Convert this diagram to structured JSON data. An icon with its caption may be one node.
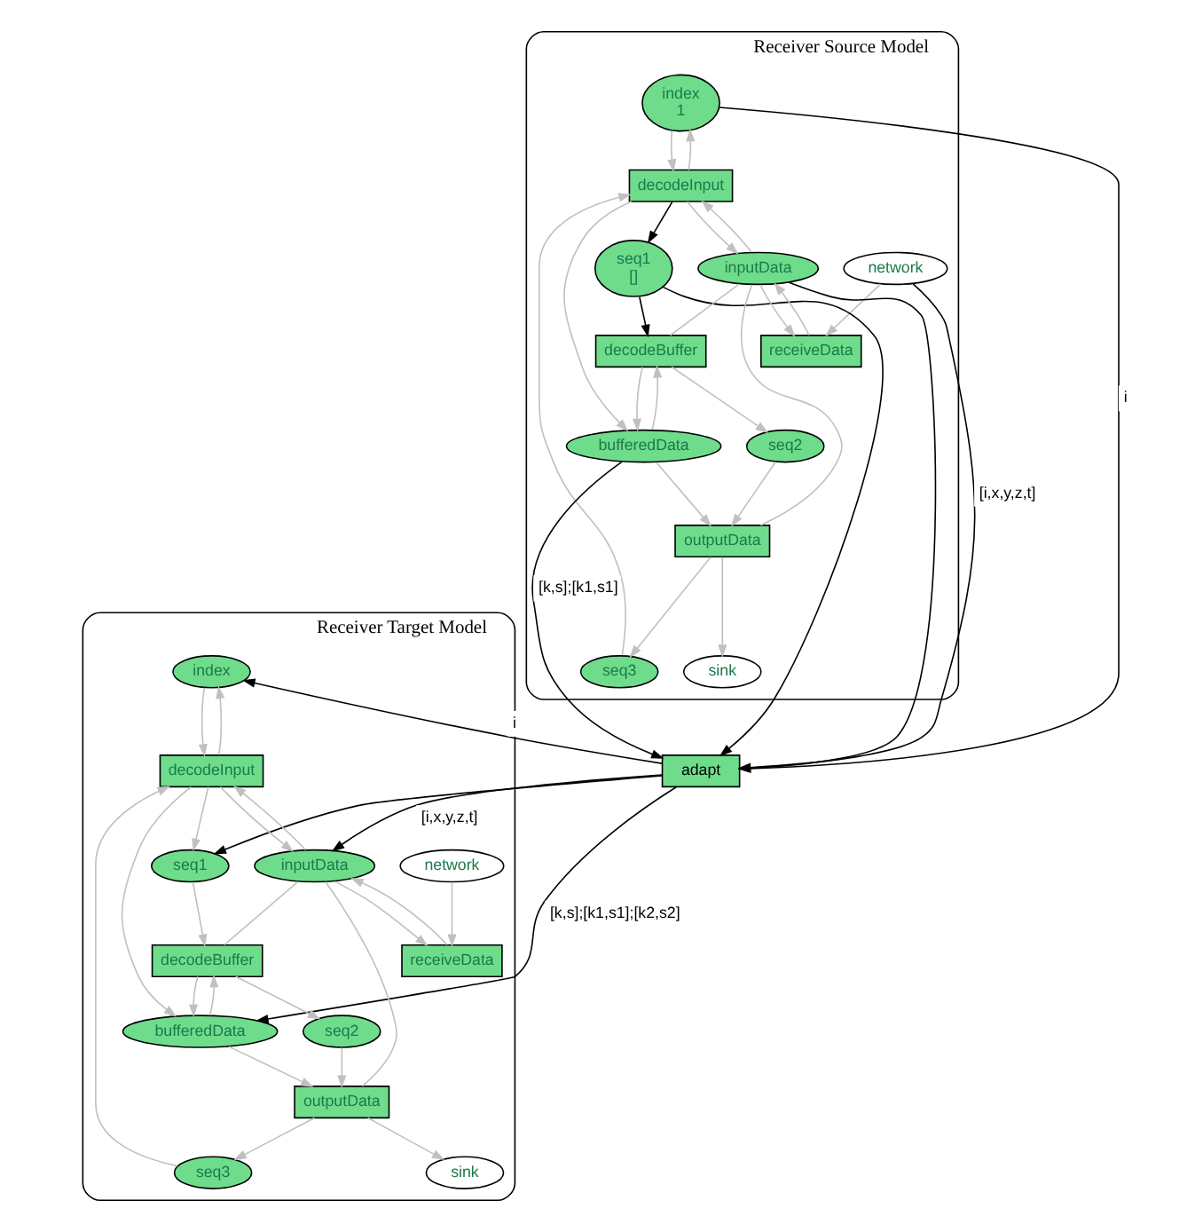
{
  "diagram": {
    "nodes": [
      {
        "text": [
          "Receiver Source Model"
        ]
      },
      {
        "text": [
          "index",
          "1"
        ],
        "in": 0
      },
      {
        "text": [
          "decodeInput"
        ],
        "in": 0
      },
      {
        "text": [
          "seq3"
        ],
        "in": 0
      },
      {
        "text": [
          "network"
        ],
        "in": 0
      },
      {
        "text": [
          "seq1",
          "[]"
        ],
        "in": 0
      },
      {
        "text": [
          "bufferedData"
        ],
        "in": 0
      },
      {
        "text": [
          "decodeBuffer"
        ],
        "in": 0
      },
      {
        "text": [
          "receiveData"
        ],
        "in": 0
      },
      {
        "text": [
          "inputData"
        ],
        "in": 0
      },
      {
        "text": [
          "seq2"
        ],
        "in": 0
      },
      {
        "text": [
          "outputData"
        ],
        "in": 0
      },
      {
        "text": [
          "sink"
        ],
        "in": 0
      },
      {
        "text": [
          "adapt"
        ]
      },
      {
        "text": [
          "Receiver Target Model"
        ]
      },
      {
        "text": [
          "index"
        ],
        "in": 14
      },
      {
        "text": [
          "decodeInput"
        ],
        "in": 14
      },
      {
        "text": [
          "seq3"
        ],
        "in": 14
      },
      {
        "text": [
          "network"
        ],
        "in": 14
      },
      {
        "text": [
          "bufferedData"
        ],
        "in": 14
      },
      {
        "text": [
          "seq1"
        ],
        "in": 14
      },
      {
        "text": [
          "decodeBuffer"
        ],
        "in": 14
      },
      {
        "text": [
          "seq2"
        ],
        "in": 14
      },
      {
        "text": [
          "receiveData"
        ],
        "in": 14
      },
      {
        "text": [
          "inputData"
        ],
        "in": 14
      },
      {
        "text": [
          "outputData"
        ],
        "in": 14
      },
      {
        "text": [
          "sink"
        ],
        "in": 14
      }
    ],
    "edges": [
      {
        "from": 2,
        "to": 1,
        "arrow": "to"
      },
      {
        "from": 1,
        "to": 2,
        "arrow": "to"
      },
      {
        "from": 3,
        "to": 2,
        "arrow": "to"
      },
      {
        "from": 2,
        "to": 6,
        "arrow": "to"
      },
      {
        "from": 2,
        "to": 9,
        "arrow": "to"
      },
      {
        "from": 9,
        "to": 2,
        "arrow": "to"
      },
      {
        "from": 2,
        "to": 5,
        "arrow": "to",
        "color": "#000000"
      },
      {
        "from": 5,
        "to": 7,
        "arrow": "to",
        "color": "#000000"
      },
      {
        "from": 6,
        "to": 7,
        "arrow": "to"
      },
      {
        "from": 7,
        "to": 6,
        "arrow": "to"
      },
      {
        "from": 7,
        "to": 10,
        "arrow": "to"
      },
      {
        "from": 9,
        "to": 7,
        "arrow": "none"
      },
      {
        "from": 8,
        "to": 9,
        "arrow": "to"
      },
      {
        "from": 4,
        "to": 8,
        "arrow": "to"
      },
      {
        "from": 9,
        "to": 8,
        "arrow": "to"
      },
      {
        "from": 9,
        "to": 11,
        "arrow": "none"
      },
      {
        "from": 10,
        "to": 11,
        "arrow": "to"
      },
      {
        "from": 6,
        "to": 11,
        "arrow": "to"
      },
      {
        "from": 11,
        "to": 3,
        "arrow": "to"
      },
      {
        "from": 11,
        "to": 12,
        "arrow": "to"
      },
      {
        "from": 1,
        "to": 13,
        "arrow": "to",
        "label": "i",
        "color": "#000000"
      },
      {
        "from": 4,
        "to": 13,
        "arrow": "to",
        "label": "[i,x,y,z,t]",
        "color": "#000000"
      },
      {
        "from": 9,
        "to": 13,
        "arrow": "to",
        "color": "#000000"
      },
      {
        "from": 5,
        "to": 13,
        "arrow": "to",
        "color": "#000000"
      },
      {
        "from": 6,
        "to": 13,
        "arrow": "to",
        "label": "[k,s];[k1,s1]",
        "color": "#000000"
      },
      {
        "from": 13,
        "to": 15,
        "arrow": "to",
        "label": "i",
        "color": "#000000"
      },
      {
        "from": 13,
        "to": 24,
        "arrow": "to",
        "label": "[i,x,y,z,t]",
        "color": "#000000"
      },
      {
        "from": 13,
        "to": 20,
        "arrow": "to",
        "color": "#000000"
      },
      {
        "from": 13,
        "to": 19,
        "arrow": "to",
        "label": "[k,s];[k1,s1];[k2,s2]",
        "color": "#000000"
      },
      {
        "from": 16,
        "to": 15,
        "arrow": "to"
      },
      {
        "from": 15,
        "to": 16,
        "arrow": "to"
      },
      {
        "from": 17,
        "to": 16,
        "arrow": "to"
      },
      {
        "from": 16,
        "to": 19,
        "arrow": "to"
      },
      {
        "from": 16,
        "to": 24,
        "arrow": "to"
      },
      {
        "from": 24,
        "to": 16,
        "arrow": "to"
      },
      {
        "from": 16,
        "to": 20,
        "arrow": "to"
      },
      {
        "from": 20,
        "to": 21,
        "arrow": "to"
      },
      {
        "from": 19,
        "to": 21,
        "arrow": "to"
      },
      {
        "from": 21,
        "to": 19,
        "arrow": "to"
      },
      {
        "from": 21,
        "to": 22,
        "arrow": "to"
      },
      {
        "from": 24,
        "to": 21,
        "arrow": "none"
      },
      {
        "from": 23,
        "to": 24,
        "arrow": "to"
      },
      {
        "from": 18,
        "to": 23,
        "arrow": "to"
      },
      {
        "from": 24,
        "to": 23,
        "arrow": "to"
      },
      {
        "from": 24,
        "to": 25,
        "arrow": "none"
      },
      {
        "from": 22,
        "to": 25,
        "arrow": "to"
      },
      {
        "from": 19,
        "to": 25,
        "arrow": "to"
      },
      {
        "from": 25,
        "to": 17,
        "arrow": "to"
      },
      {
        "from": 25,
        "to": 26,
        "arrow": "to"
      }
    ]
  }
}
